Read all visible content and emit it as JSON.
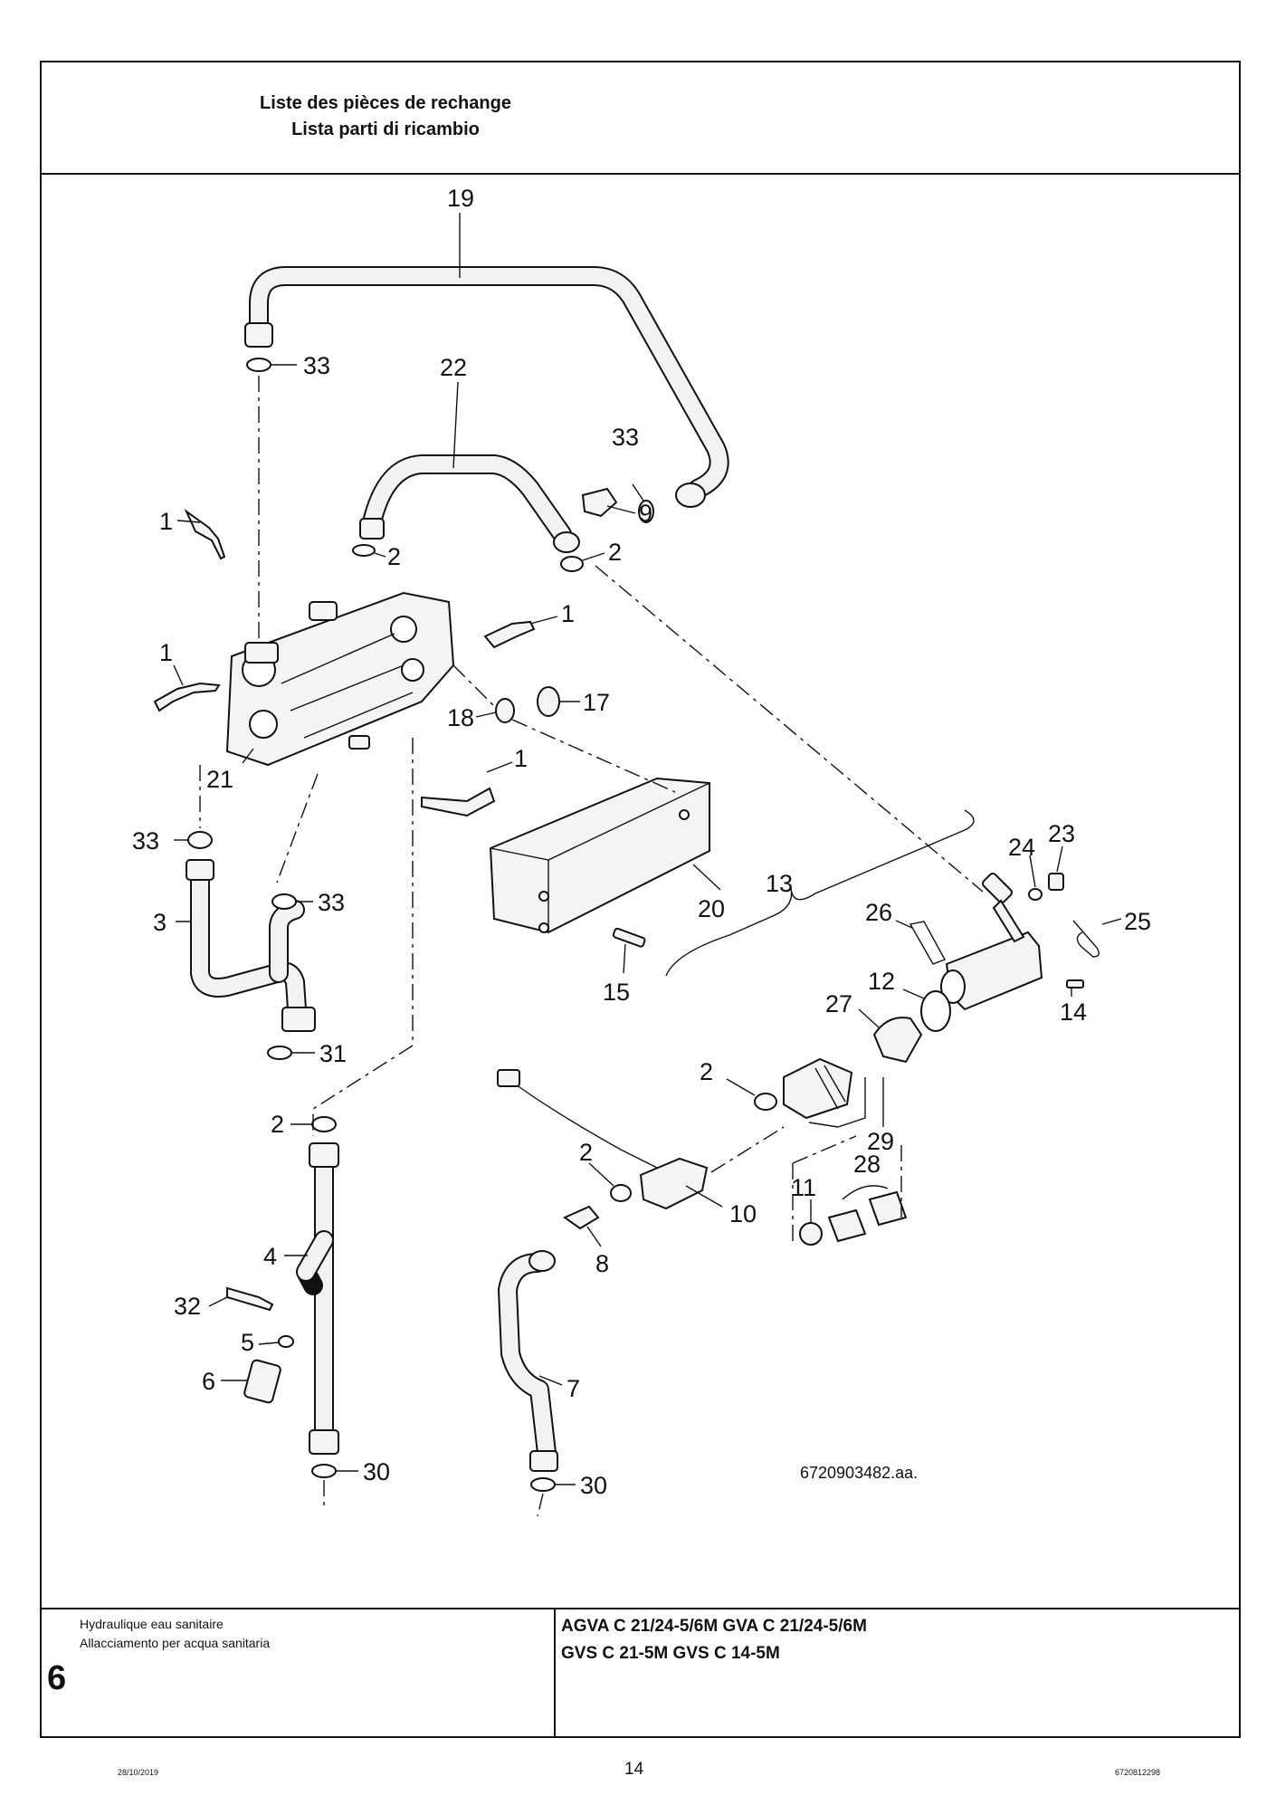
{
  "header": {
    "title_fr": "Liste des pièces de rechange",
    "title_it": "Lista parti di ricambio"
  },
  "diagram": {
    "figure_ref": "6720903482.aa.",
    "callouts": {
      "c19": "19",
      "c33a": "33",
      "c22": "22",
      "c33b": "33",
      "c9": "9",
      "c1a": "1",
      "c2a": "2",
      "c2b": "2",
      "c1b": "1",
      "c1c": "1",
      "c18": "18",
      "c17": "17",
      "c21": "21",
      "c1d": "1",
      "c33c": "33",
      "c24": "24",
      "c23": "23",
      "c3": "3",
      "c33d": "33",
      "c13": "13",
      "c20": "20",
      "c26": "26",
      "c25": "25",
      "c15": "15",
      "c12": "12",
      "c27": "27",
      "c14": "14",
      "c31": "31",
      "c2c": "2",
      "c29": "29",
      "c2d": "2",
      "c2e": "2",
      "c28": "28",
      "c4": "4",
      "c11": "11",
      "c10": "10",
      "c32": "32",
      "c8": "8",
      "c5": "5",
      "c6": "6",
      "c7": "7",
      "c30a": "30",
      "c30b": "30"
    }
  },
  "footer": {
    "section_fr": "Hydraulique eau sanitaire",
    "section_it": "Allacciamento per acqua sanitaria",
    "section_number": "6",
    "models_line1": "AGVA C 21/24-5/6M GVA C 21/24-5/6M",
    "models_line2": "GVS C 21-5M GVS C 14-5M"
  },
  "page": {
    "date": "28/10/2019",
    "number": "14",
    "doc_ref": "6720812298"
  }
}
